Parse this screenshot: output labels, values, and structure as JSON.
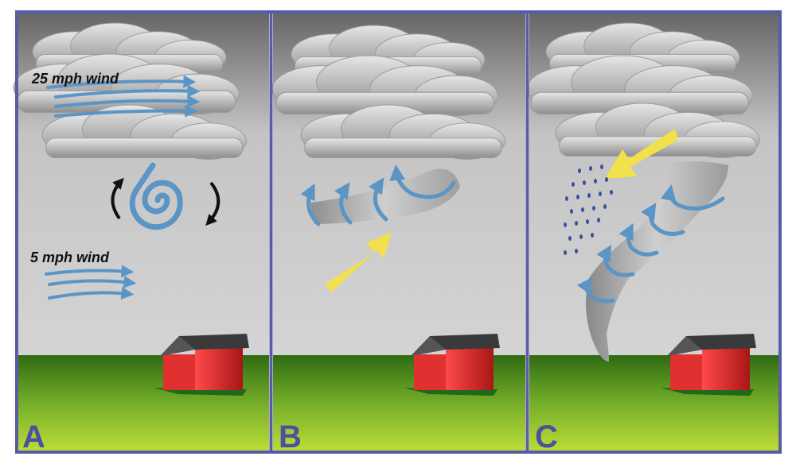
{
  "panels": [
    {
      "letter": "A",
      "labels": {
        "upper_wind": "25 mph wind",
        "lower_wind": "5 mph wind"
      }
    },
    {
      "letter": "B"
    },
    {
      "letter": "C"
    }
  ],
  "colors": {
    "frame": "#5a5aa8",
    "letter": "#4f4fa0",
    "sky_top": "#6e6e6e",
    "sky_bottom": "#d0d0d0",
    "grass_top": "#3f7a1a",
    "grass_bottom": "#b6d836",
    "cloud": "#b4b4b4",
    "wind_arrow": "#5b95c6",
    "lift_arrow": "#f2e14a",
    "house_wall": "#d82a2a",
    "house_roof": "#2e2e2e",
    "rain": "#3a4fa0"
  },
  "icons": [
    "cloud-icon",
    "wind-arrow-icon",
    "rotation-arrow-icon",
    "updraft-arrow-icon",
    "downdraft-arrow-icon",
    "house-icon",
    "rain-icon",
    "funnel-icon"
  ]
}
